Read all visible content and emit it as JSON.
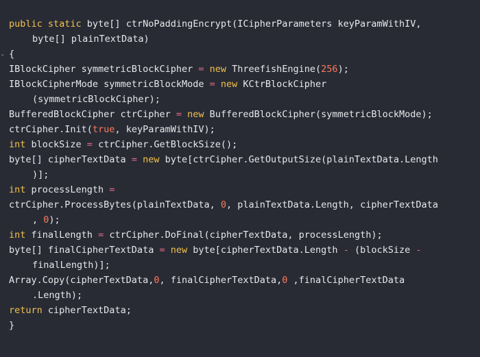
{
  "editor": {
    "fold_glyph": "⌄",
    "lines": [
      {
        "wrap": false,
        "tokens": [
          {
            "t": "public static ",
            "c": "kw"
          },
          {
            "t": "byte[] ctrNoPaddingEncrypt(ICipherParameters keyParamWithIV,",
            "c": "pl"
          }
        ]
      },
      {
        "wrap": true,
        "tokens": [
          {
            "t": "byte[] plainTextData)",
            "c": "pl"
          }
        ]
      },
      {
        "wrap": false,
        "fold": true,
        "tokens": [
          {
            "t": "{",
            "c": "pl"
          }
        ]
      },
      {
        "wrap": false,
        "tokens": [
          {
            "t": "IBlockCipher symmetricBlockCipher ",
            "c": "pl"
          },
          {
            "t": "= ",
            "c": "op"
          },
          {
            "t": "new ",
            "c": "kw"
          },
          {
            "t": "ThreefishEngine(",
            "c": "pl"
          },
          {
            "t": "256",
            "c": "nm"
          },
          {
            "t": ");",
            "c": "pl"
          }
        ]
      },
      {
        "wrap": false,
        "tokens": [
          {
            "t": "IBlockCipherMode symmetricBlockMode ",
            "c": "pl"
          },
          {
            "t": "= ",
            "c": "op"
          },
          {
            "t": "new ",
            "c": "kw"
          },
          {
            "t": "KCtrBlockCipher",
            "c": "pl"
          }
        ]
      },
      {
        "wrap": true,
        "tokens": [
          {
            "t": "(symmetricBlockCipher);",
            "c": "pl"
          }
        ]
      },
      {
        "wrap": false,
        "tokens": [
          {
            "t": "BufferedBlockCipher ctrCipher ",
            "c": "pl"
          },
          {
            "t": "= ",
            "c": "op"
          },
          {
            "t": "new ",
            "c": "kw"
          },
          {
            "t": "BufferedBlockCipher(symmetricBlockMode);",
            "c": "pl"
          }
        ]
      },
      {
        "wrap": false,
        "tokens": [
          {
            "t": "ctrCipher.Init(",
            "c": "pl"
          },
          {
            "t": "true",
            "c": "nm"
          },
          {
            "t": ", keyParamWithIV);",
            "c": "pl"
          }
        ]
      },
      {
        "wrap": false,
        "tokens": [
          {
            "t": "int ",
            "c": "kw"
          },
          {
            "t": "blockSize ",
            "c": "pl"
          },
          {
            "t": "= ",
            "c": "op"
          },
          {
            "t": "ctrCipher.GetBlockSize();",
            "c": "pl"
          }
        ]
      },
      {
        "wrap": false,
        "tokens": [
          {
            "t": "byte[] cipherTextData ",
            "c": "pl"
          },
          {
            "t": "= ",
            "c": "op"
          },
          {
            "t": "new ",
            "c": "kw"
          },
          {
            "t": "byte[ctrCipher.GetOutputSize(plainTextData.Length",
            "c": "pl"
          }
        ]
      },
      {
        "wrap": true,
        "tokens": [
          {
            "t": ")];",
            "c": "pl"
          }
        ]
      },
      {
        "wrap": false,
        "tokens": [
          {
            "t": "int ",
            "c": "kw"
          },
          {
            "t": "processLength ",
            "c": "pl"
          },
          {
            "t": "=",
            "c": "op"
          }
        ]
      },
      {
        "wrap": false,
        "tokens": [
          {
            "t": "ctrCipher.ProcessBytes(plainTextData, ",
            "c": "pl"
          },
          {
            "t": "0",
            "c": "nm"
          },
          {
            "t": ", plainTextData.Length, cipherTextData",
            "c": "pl"
          }
        ]
      },
      {
        "wrap": true,
        "tokens": [
          {
            "t": ", ",
            "c": "pl"
          },
          {
            "t": "0",
            "c": "nm"
          },
          {
            "t": ");",
            "c": "pl"
          }
        ]
      },
      {
        "wrap": false,
        "tokens": [
          {
            "t": "int ",
            "c": "kw"
          },
          {
            "t": "finalLength ",
            "c": "pl"
          },
          {
            "t": "= ",
            "c": "op"
          },
          {
            "t": "ctrCipher.DoFinal(cipherTextData, processLength);",
            "c": "pl"
          }
        ]
      },
      {
        "wrap": false,
        "tokens": [
          {
            "t": "byte[] finalCipherTextData ",
            "c": "pl"
          },
          {
            "t": "= ",
            "c": "op"
          },
          {
            "t": "new ",
            "c": "kw"
          },
          {
            "t": "byte[cipherTextData.Length ",
            "c": "pl"
          },
          {
            "t": "- ",
            "c": "op"
          },
          {
            "t": "(blockSize ",
            "c": "pl"
          },
          {
            "t": "-",
            "c": "op"
          }
        ]
      },
      {
        "wrap": true,
        "tokens": [
          {
            "t": "finalLength)];",
            "c": "pl"
          }
        ]
      },
      {
        "wrap": false,
        "tokens": [
          {
            "t": "Array.Copy(cipherTextData,",
            "c": "pl"
          },
          {
            "t": "0",
            "c": "nm"
          },
          {
            "t": ", finalCipherTextData,",
            "c": "pl"
          },
          {
            "t": "0",
            "c": "nm"
          },
          {
            "t": " ,finalCipherTextData",
            "c": "pl"
          }
        ]
      },
      {
        "wrap": true,
        "tokens": [
          {
            "t": ".Length);",
            "c": "pl"
          }
        ]
      },
      {
        "wrap": false,
        "tokens": [
          {
            "t": "return ",
            "c": "kw"
          },
          {
            "t": "cipherTextData;",
            "c": "pl"
          }
        ]
      },
      {
        "wrap": false,
        "tokens": [
          {
            "t": "}",
            "c": "pl"
          }
        ]
      }
    ]
  }
}
